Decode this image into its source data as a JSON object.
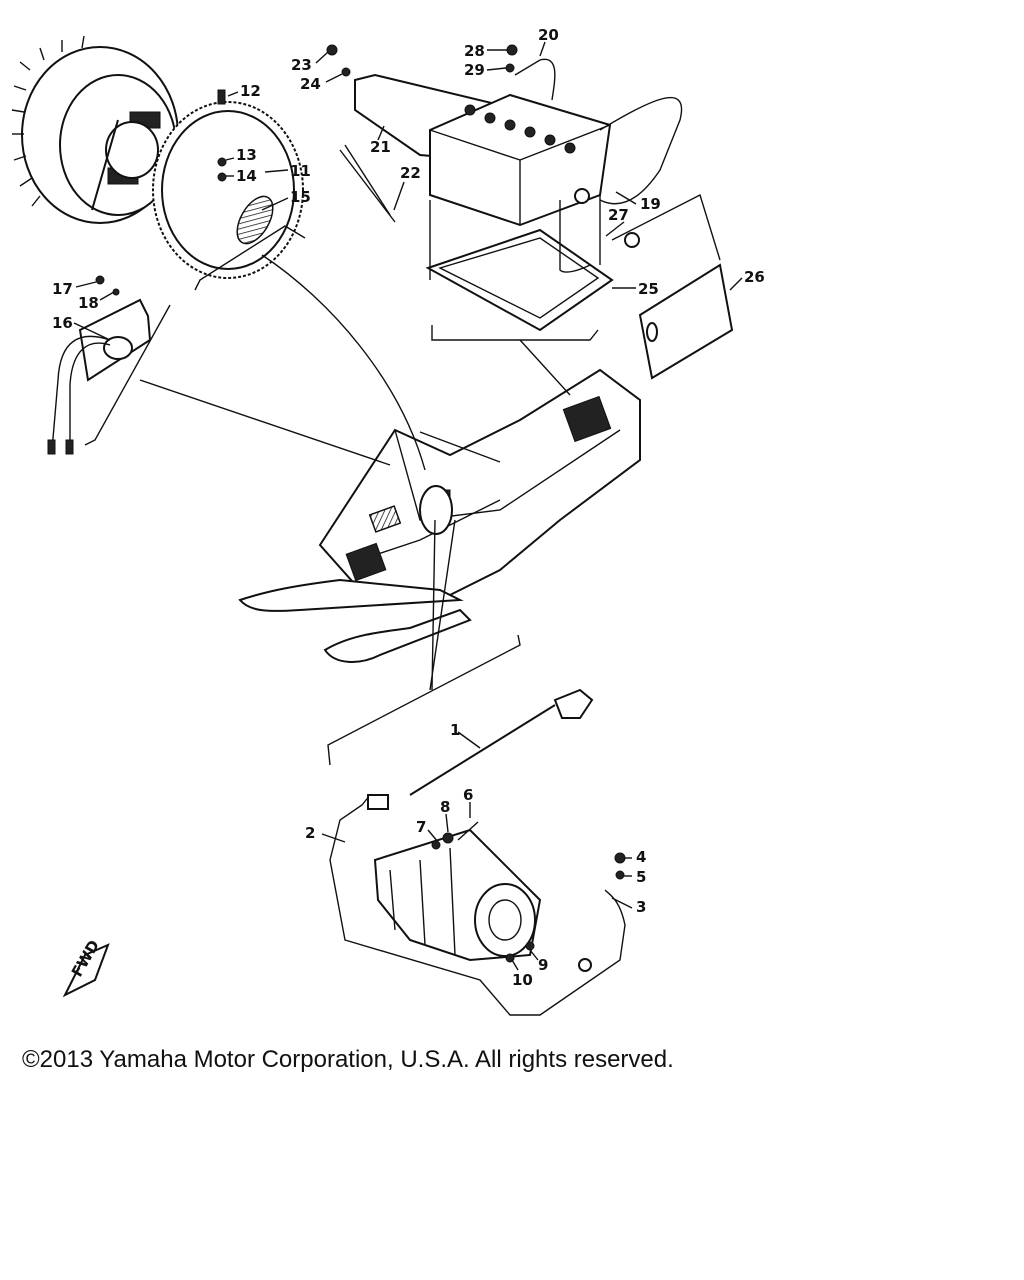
{
  "diagram": {
    "callouts": [
      {
        "id": "1",
        "label": "1"
      },
      {
        "id": "2",
        "label": "2"
      },
      {
        "id": "3",
        "label": "3"
      },
      {
        "id": "4",
        "label": "4"
      },
      {
        "id": "5",
        "label": "5"
      },
      {
        "id": "6",
        "label": "6"
      },
      {
        "id": "7",
        "label": "7"
      },
      {
        "id": "8",
        "label": "8"
      },
      {
        "id": "9",
        "label": "9"
      },
      {
        "id": "10",
        "label": "10"
      },
      {
        "id": "11",
        "label": "11"
      },
      {
        "id": "12",
        "label": "12"
      },
      {
        "id": "13",
        "label": "13"
      },
      {
        "id": "14",
        "label": "14"
      },
      {
        "id": "15",
        "label": "15"
      },
      {
        "id": "16",
        "label": "16"
      },
      {
        "id": "17",
        "label": "17"
      },
      {
        "id": "18",
        "label": "18"
      },
      {
        "id": "19",
        "label": "19"
      },
      {
        "id": "20",
        "label": "20"
      },
      {
        "id": "21",
        "label": "21"
      },
      {
        "id": "22",
        "label": "22"
      },
      {
        "id": "23",
        "label": "23"
      },
      {
        "id": "24",
        "label": "24"
      },
      {
        "id": "25",
        "label": "25"
      },
      {
        "id": "26",
        "label": "26"
      },
      {
        "id": "27",
        "label": "27"
      },
      {
        "id": "28",
        "label": "28"
      },
      {
        "id": "29",
        "label": "29"
      }
    ],
    "fwd_label": "FWD"
  },
  "footer": {
    "copyright": "©2013 Yamaha Motor Corporation, U.S.A. All rights reserved."
  }
}
